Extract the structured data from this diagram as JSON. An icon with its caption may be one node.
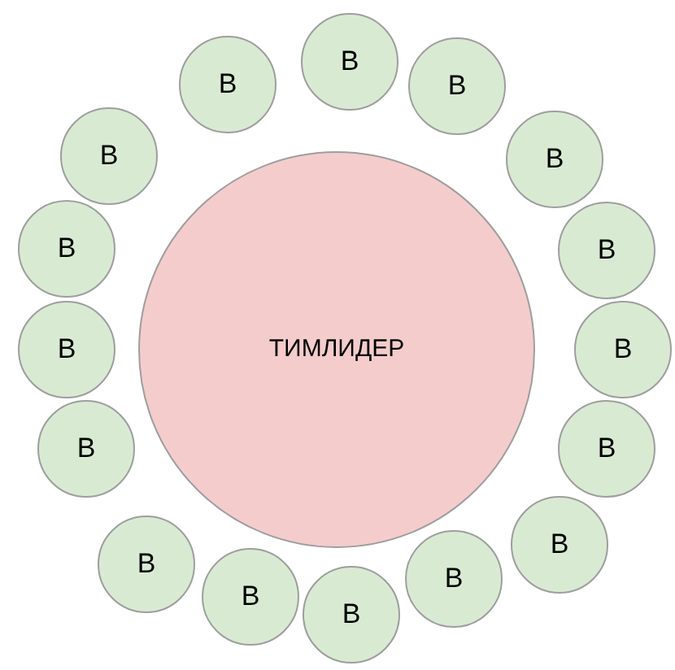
{
  "diagram": {
    "nodes": [
      {
        "text": [
          "ТИМЛИДЕР"
        ]
      },
      {
        "text": [
          "В"
        ]
      },
      {
        "text": [
          "В"
        ]
      },
      {
        "text": [
          "В"
        ]
      },
      {
        "text": [
          "В"
        ]
      },
      {
        "text": [
          "В"
        ]
      },
      {
        "text": [
          "В"
        ]
      },
      {
        "text": [
          "В"
        ]
      },
      {
        "text": [
          "В"
        ]
      },
      {
        "text": [
          "В"
        ]
      },
      {
        "text": [
          "В"
        ]
      },
      {
        "text": [
          "В"
        ]
      },
      {
        "text": [
          "В"
        ]
      },
      {
        "text": [
          "В"
        ]
      },
      {
        "text": [
          "В"
        ]
      },
      {
        "text": [
          "В"
        ]
      },
      {
        "text": [
          "В"
        ]
      }
    ]
  }
}
